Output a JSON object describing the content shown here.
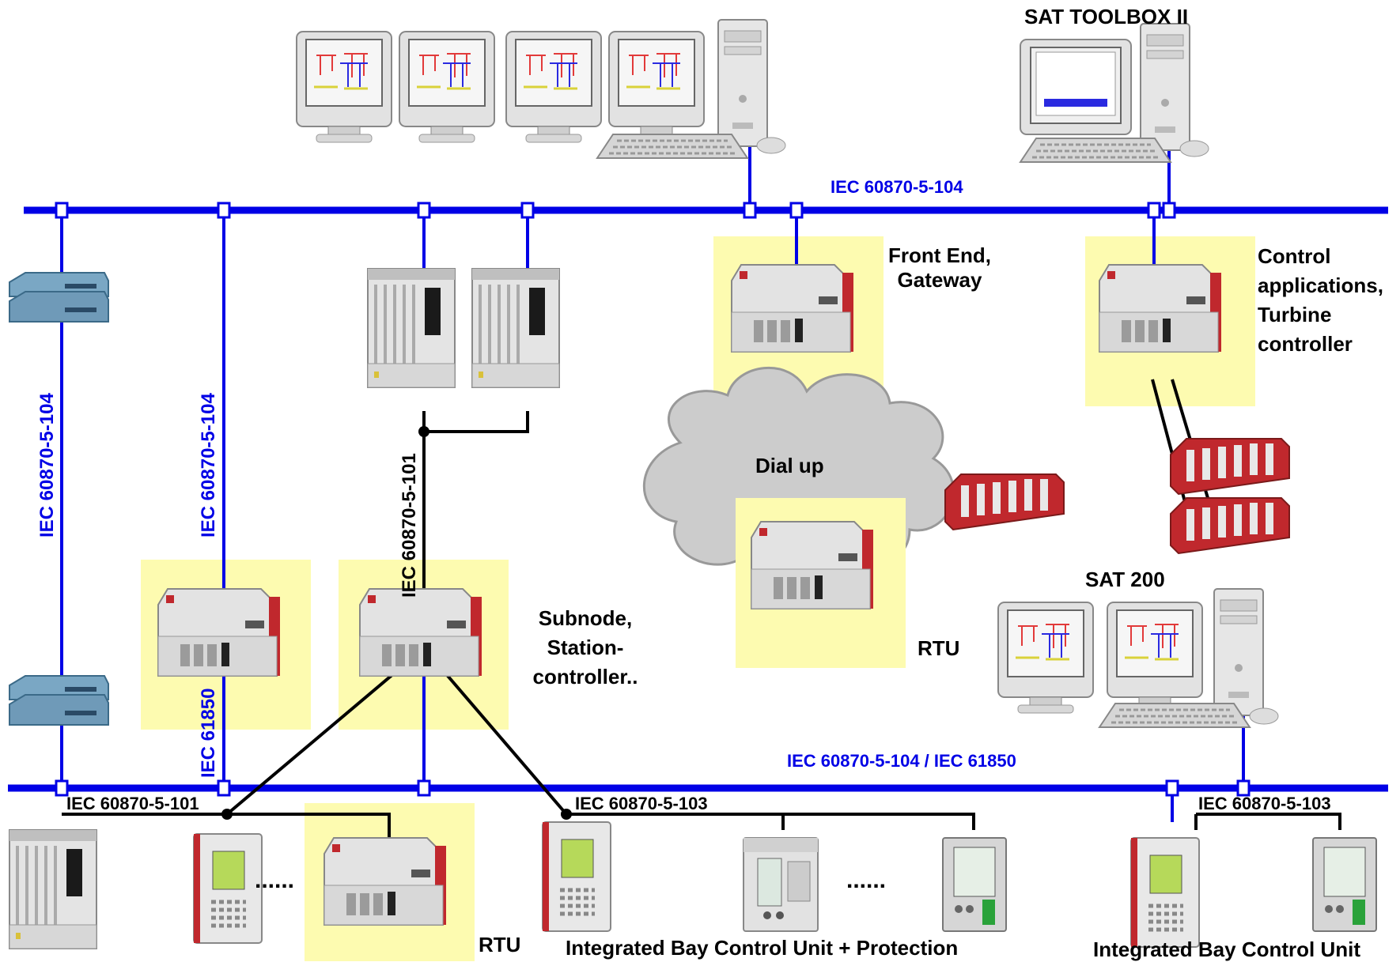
{
  "labels": {
    "sat_toolbox": "SAT TOOLBOX II",
    "bus_top": "IEC 60870-5-104",
    "front_end": [
      "Front End,",
      "Gateway"
    ],
    "control_apps": [
      "Control",
      "applications,",
      "Turbine",
      "controller"
    ],
    "dial_up": "Dial up",
    "sat200": "SAT 200",
    "rtu_cloud": "RTU",
    "subnode": [
      "Subnode,",
      "Station-",
      "controller.."
    ],
    "vert_left": "IEC 60870-5-104",
    "vert_second": "IEC 60870-5-104",
    "vert_61850": "IEC  61850",
    "vert_101": "IEC 60870-5-101",
    "bus_bottom": "IEC 60870-5-104 / IEC 61850",
    "iec101_bottom": "IEC 60870-5-101",
    "iec103_mid": "IEC 60870-5-103",
    "iec103_right": "IEC 60870-5-103",
    "dots_left": "......",
    "dots_mid": "......",
    "rtu_bottom": "RTU",
    "ibcu_protection": "Integrated Bay Control Unit + Protection",
    "ibcu": "Integrated Bay Control Unit"
  },
  "colors": {
    "bus": "#0000e6",
    "serial_line": "#000000",
    "highlight": "#fdfbb0"
  },
  "icons": [
    "workstation-monitor-icon",
    "pc-tower-icon",
    "keyboard-icon",
    "router-icon",
    "rtu-controller-icon",
    "protection-relay-icon",
    "io-module-rack-icon",
    "cloud-icon"
  ]
}
